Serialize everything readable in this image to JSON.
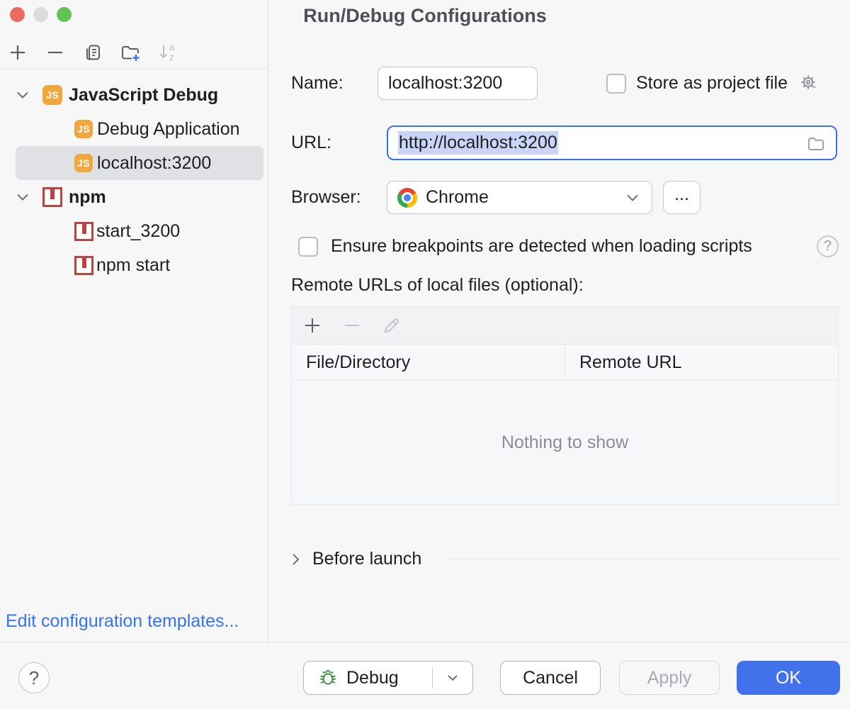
{
  "window": {
    "title": "Run/Debug Configurations"
  },
  "sidebar": {
    "toolbar_icons": [
      "add-icon",
      "remove-icon",
      "copy-icon",
      "new-folder-icon",
      "sort-icon"
    ],
    "tree": [
      {
        "label": "JavaScript Debug",
        "icon": "js",
        "level": "top",
        "expanded": true
      },
      {
        "label": "Debug Application",
        "icon": "js",
        "level": "child"
      },
      {
        "label": "localhost:3200",
        "icon": "js",
        "level": "child",
        "selected": true
      },
      {
        "label": "npm",
        "icon": "npm",
        "level": "top",
        "expanded": true
      },
      {
        "label": "start_3200",
        "icon": "npm",
        "level": "child"
      },
      {
        "label": "npm start",
        "icon": "npm",
        "level": "child"
      }
    ],
    "edit_templates_link": "Edit configuration templates..."
  },
  "form": {
    "name_label": "Name:",
    "name_value": "localhost:3200",
    "store_checkbox_label": "Store as project file",
    "store_checked": false,
    "url_label": "URL:",
    "url_value": "http://localhost:3200",
    "browser_label": "Browser:",
    "browser_value": "Chrome",
    "browser_more_label": "...",
    "ensure_checkbox_label": "Ensure breakpoints are detected when loading scripts",
    "ensure_checked": false,
    "help_glyph": "?",
    "remote_urls_label": "Remote URLs of local files (optional):",
    "table": {
      "columns": [
        "File/Directory",
        "Remote URL"
      ],
      "rows": [],
      "empty_text": "Nothing to show"
    },
    "before_launch_label": "Before launch"
  },
  "footer": {
    "help_glyph": "?",
    "debug_label": "Debug",
    "cancel_label": "Cancel",
    "apply_label": "Apply",
    "ok_label": "OK"
  },
  "colors": {
    "accent_blue": "#3574f0",
    "ok_button_blue": "#4272eb",
    "text_selection": "#c9d4f6",
    "js_icon_orange": "#f0a73c",
    "npm_icon_red": "#bf423e",
    "debug_bug_green": "#3e9141",
    "tree_selected_bg": "#dfe1e5"
  }
}
